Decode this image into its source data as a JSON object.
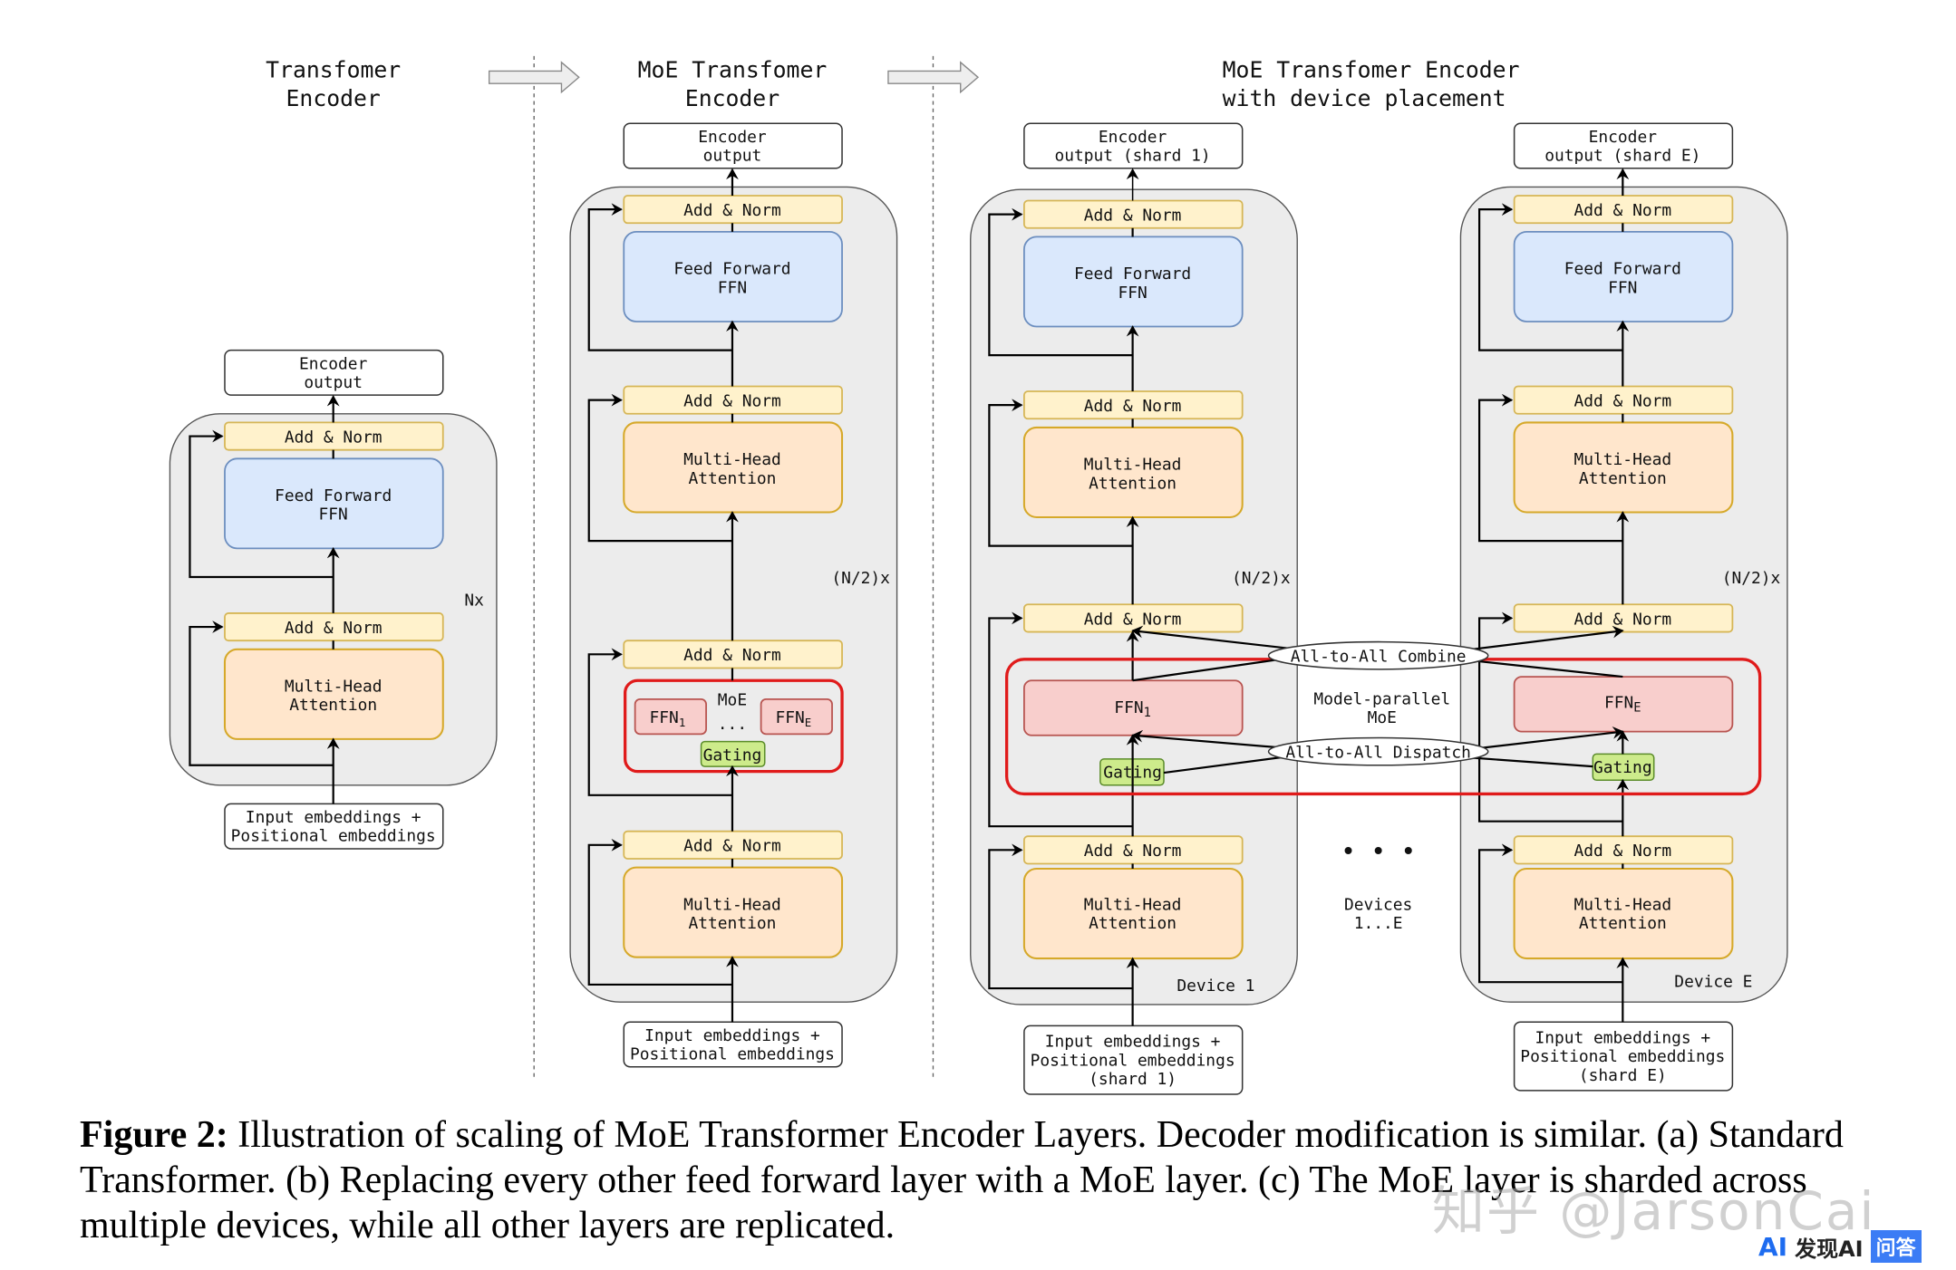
{
  "panels": {
    "a": {
      "title_line1": "Transfomer",
      "title_line2": "Encoder",
      "output_line1": "Encoder",
      "output_line2": "output",
      "add_norm": "Add & Norm",
      "ffn_line1": "Feed Forward",
      "ffn_line2": "FFN",
      "mha_line1": "Multi-Head",
      "mha_line2": "Attention",
      "repeat": "Nx",
      "input_line1": "Input embeddings +",
      "input_line2": "Positional embeddings"
    },
    "b": {
      "title_line1": "MoE Transfomer",
      "title_line2": "Encoder",
      "output_line1": "Encoder",
      "output_line2": "output",
      "add_norm": "Add & Norm",
      "ffn_line1": "Feed Forward",
      "ffn_line2": "FFN",
      "mha_line1": "Multi-Head",
      "mha_line2": "Attention",
      "repeat": "(N/2)x",
      "moe_label": "MoE",
      "expert_1": "FFN",
      "expert_1_sub": "1",
      "expert_e": "FFN",
      "expert_e_sub": "E",
      "ellipsis": "...",
      "gating": "Gating",
      "input_line1": "Input embeddings +",
      "input_line2": "Positional embeddings"
    },
    "c": {
      "title_line1": "MoE Transfomer Encoder",
      "title_line2": "with device placement",
      "device1": {
        "output_line1": "Encoder",
        "output_line2": "output (shard 1)",
        "input_line1": "Input embeddings +",
        "input_line2": "Positional embeddings",
        "input_line3": "(shard 1)",
        "expert": "FFN",
        "expert_sub": "1",
        "label": "Device 1"
      },
      "deviceE": {
        "output_line1": "Encoder",
        "output_line2": "output (shard E)",
        "input_line1": "Input embeddings +",
        "input_line2": "Positional embeddings",
        "input_line3": "(shard E)",
        "expert": "FFN",
        "expert_sub": "E",
        "label": "Device E"
      },
      "add_norm": "Add & Norm",
      "ffn_line1": "Feed Forward",
      "ffn_line2": "FFN",
      "mha_line1": "Multi-Head",
      "mha_line2": "Attention",
      "gating": "Gating",
      "repeat": "(N/2)x",
      "combine": "All-to-All Combine",
      "dispatch": "All-to-All Dispatch",
      "mp_line1": "Model-parallel",
      "mp_line2": "MoE",
      "dots": "• • •",
      "devices_line1": "Devices",
      "devices_line2": "1...E"
    }
  },
  "caption": {
    "label": "Figure 2:",
    "text": " Illustration of scaling of MoE Transformer Encoder Layers. Decoder modification is similar. (a) Standard Transformer. (b) Replacing every other feed forward layer with a MoE layer. (c) The MoE layer is sharded across multiple devices, while all other layers are replicated."
  },
  "watermark": "知乎 @JarsonCai",
  "brand": {
    "logo": "AI",
    "name": "发现AI",
    "badge": "问答"
  }
}
